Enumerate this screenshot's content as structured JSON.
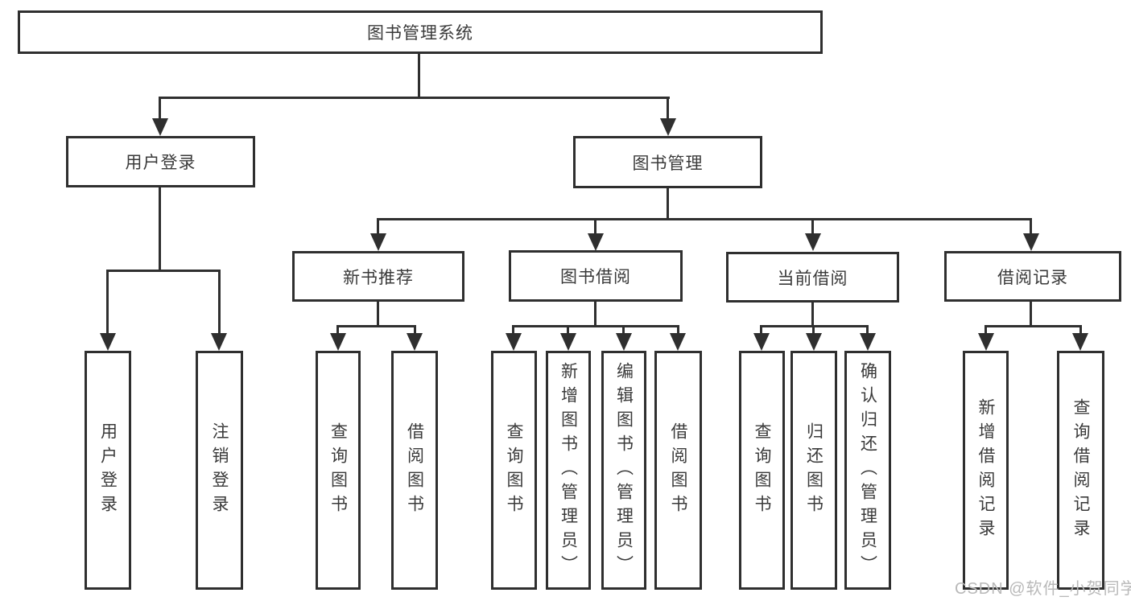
{
  "diagram": {
    "root": "图书管理系统",
    "level2": [
      "用户登录",
      "图书管理"
    ],
    "level3": [
      "新书推荐",
      "图书借阅",
      "当前借阅",
      "借阅记录"
    ],
    "leaves": [
      "用户登录",
      "注销登录",
      "查询图书",
      "借阅图书",
      "查询图书",
      "新增图书（管理员）",
      "编辑图书（管理员）",
      "借阅图书",
      "查询图书",
      "归还图书",
      "确认归还（管理员）",
      "新增借阅记录",
      "查询借阅记录"
    ]
  },
  "watermark": "CSDN @软件_小贺同学",
  "colors": {
    "line": "#2f2f2f",
    "text": "#3a3a3a",
    "watermark": "#b9b9b9",
    "background": "#ffffff"
  }
}
